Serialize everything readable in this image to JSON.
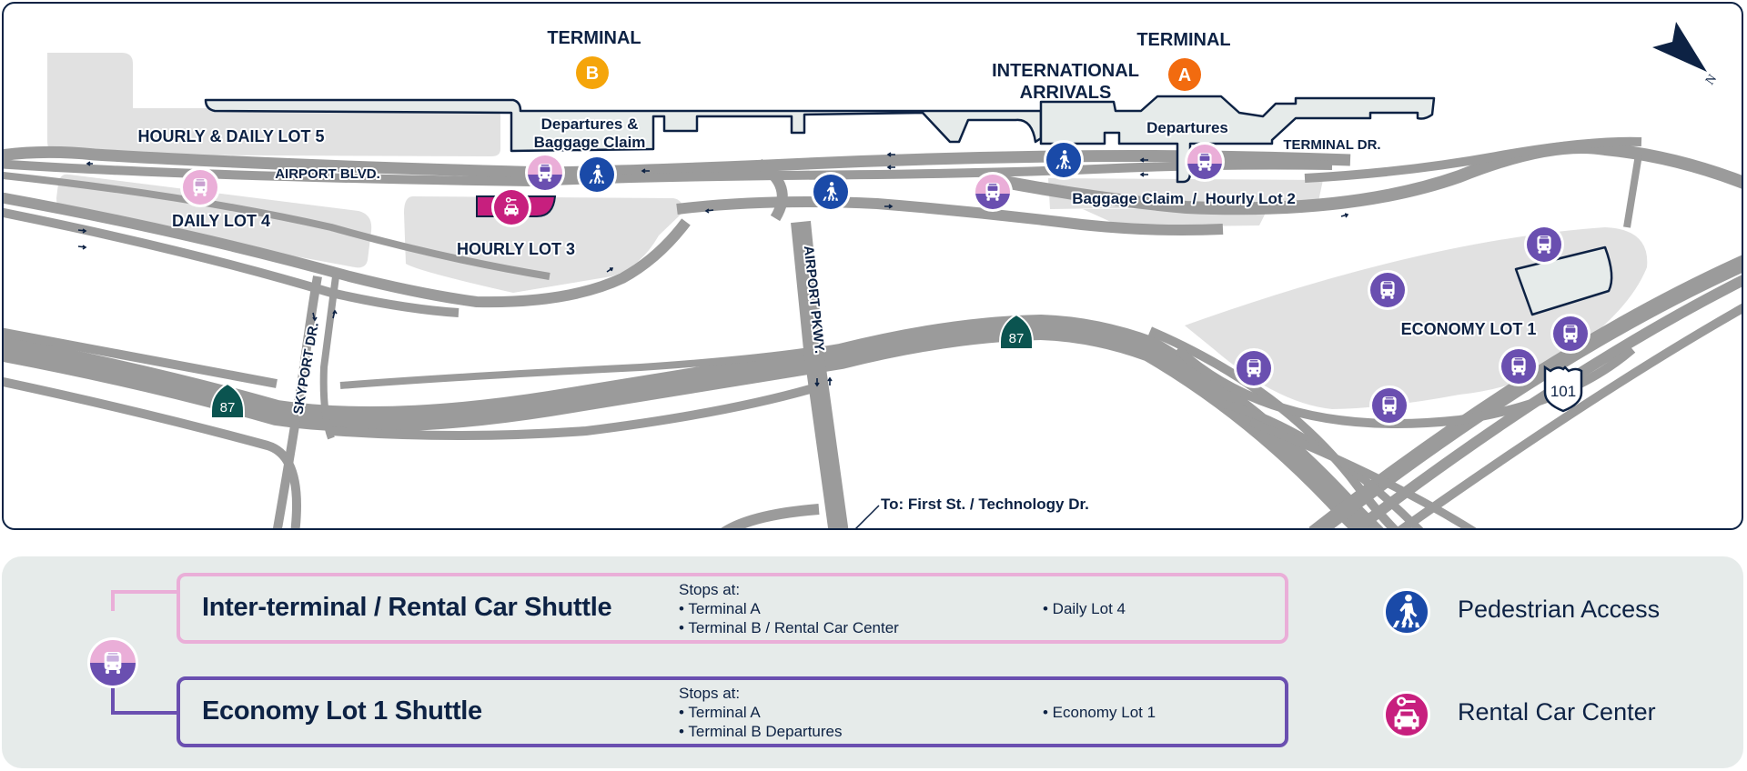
{
  "map": {
    "terminals": [
      {
        "label": "TERMINAL",
        "letter": "B",
        "color": "#f5a50a"
      },
      {
        "label": "TERMINAL",
        "letter": "A",
        "color": "#f26b0f"
      }
    ],
    "international_arrivals": [
      "INTERNATIONAL",
      "ARRIVALS"
    ],
    "buildings": {
      "terminal_b_area": [
        "Departures &",
        "Baggage Claim"
      ],
      "terminal_a_area": "Departures",
      "baggage_claim_a": "Baggage Claim  /  Hourly Lot 2"
    },
    "lots": {
      "lot5": "HOURLY & DAILY LOT 5",
      "lot4": "DAILY LOT 4",
      "lot3": "HOURLY LOT 3",
      "lot1": "ECONOMY LOT 1"
    },
    "roads": {
      "airport_blvd": "AIRPORT BLVD.",
      "terminal_dr": "TERMINAL DR.",
      "skyport_dr": "SKYPORT DR.",
      "airport_pkwy": "AIRPORT PKWY."
    },
    "highways": {
      "sr87": "87",
      "us101": "101"
    },
    "direction_note": "To: First St. / Technology Dr.",
    "compass": "N",
    "colors": {
      "navy": "#0d2244",
      "road": "#9b9b9b",
      "lot": "#e1e1e1",
      "building": "#e6ebea",
      "shuttle_pink": "#eaaed8",
      "shuttle_purple": "#6a4fb0",
      "pedestrian_blue": "#1a4aa8",
      "rental_magenta": "#c71f7e",
      "highway_green": "#0b5450"
    }
  },
  "legend": {
    "routes": [
      {
        "title": "Inter-terminal / Rental Car Shuttle",
        "stops_heading": "Stops at:",
        "stops_col1": [
          "• Terminal A",
          "• Terminal B / Rental Car Center"
        ],
        "stops_col2": [
          "• Daily Lot 4"
        ]
      },
      {
        "title": "Economy Lot 1 Shuttle",
        "stops_heading": "Stops at:",
        "stops_col1": [
          "• Terminal A",
          "• Terminal B Departures"
        ],
        "stops_col2": [
          "• Economy Lot 1"
        ]
      }
    ],
    "symbols": [
      {
        "icon": "pedestrian-icon",
        "label": "Pedestrian Access"
      },
      {
        "icon": "rental-car-icon",
        "label": "Rental Car Center"
      }
    ]
  }
}
